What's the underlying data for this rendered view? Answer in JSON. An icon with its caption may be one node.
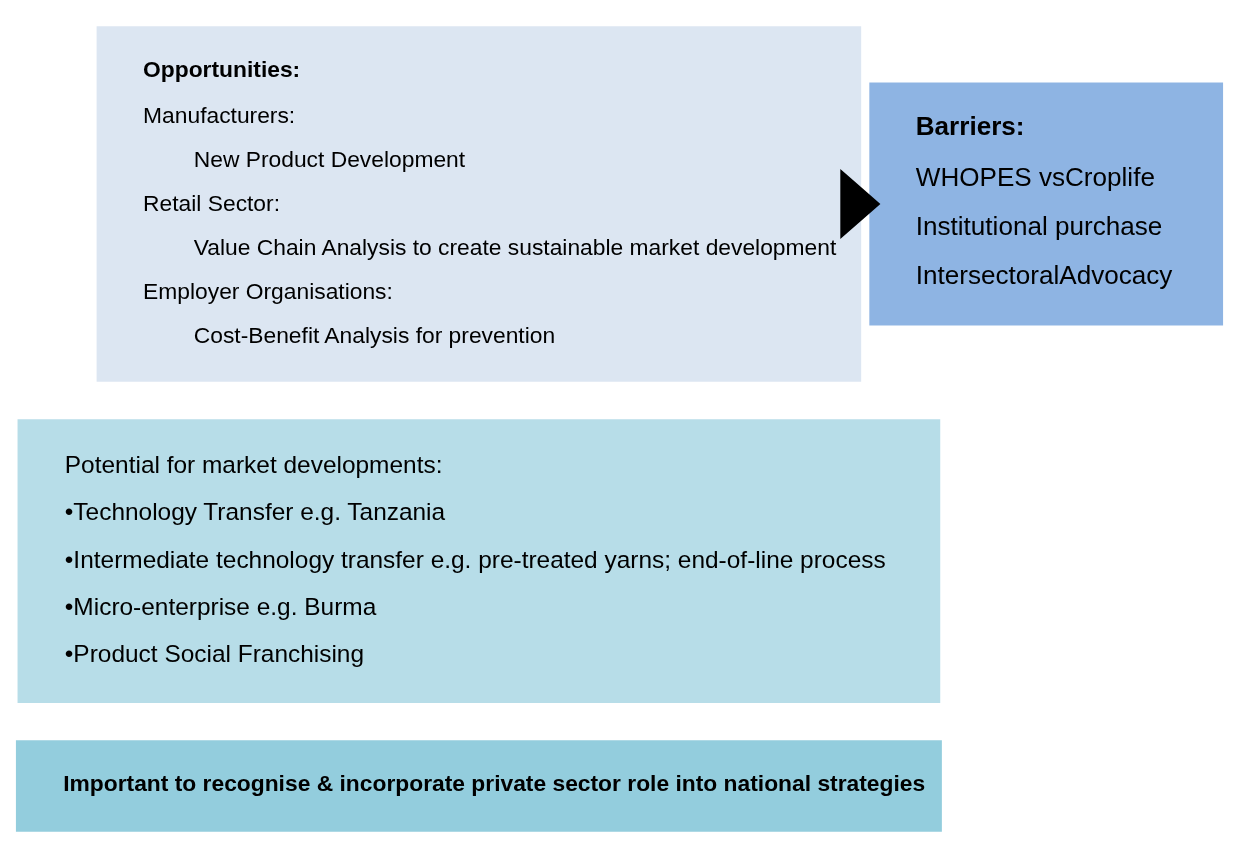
{
  "diagram": {
    "nodes": [
      {
        "text": [
          "Opportunities:",
          "Manufacturers:",
          "New Product Development",
          "Retail Sector:",
          "Value Chain Analysis to create sustainable market development",
          "Employer Organisations:",
          "Cost-Benefit Analysis for prevention"
        ]
      },
      {
        "text": [
          "Barriers:",
          "WHOPES vsCroplife",
          "Institutional purchase",
          "IntersectoralAdvocacy"
        ]
      },
      {
        "text": [
          "Potential for market developments:",
          "•Technology Transfer e.g. Tanzania",
          "•Intermediate technology transfer e.g. pre-treated yarns; end-of-line process",
          "•Micro-enterprise e.g. Burma",
          "•Product Social Franchising"
        ]
      },
      {
        "text": [
          "Important to recognise & incorporate private sector role into national strategies"
        ]
      }
    ],
    "edges": [
      {
        "from": 0,
        "to": 1,
        "arrow": "to",
        "style": "thick"
      }
    ]
  }
}
